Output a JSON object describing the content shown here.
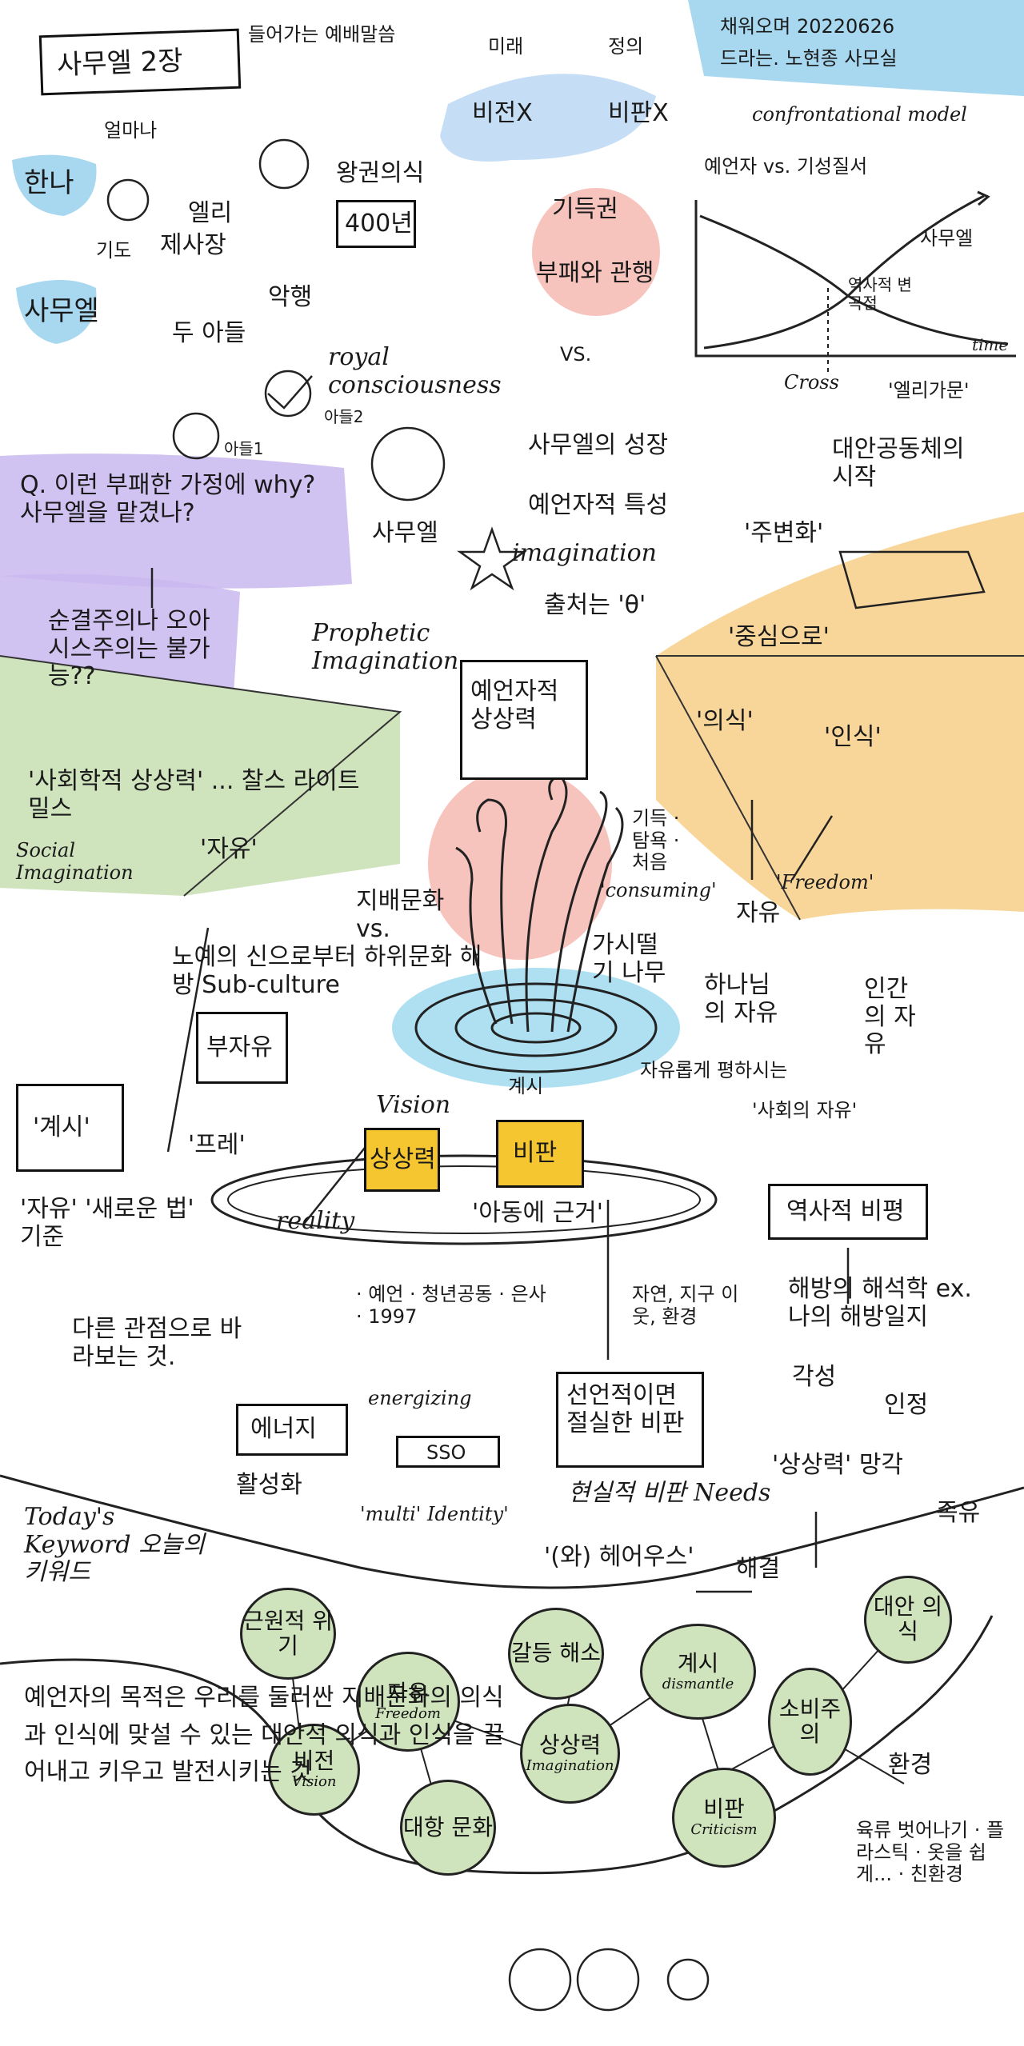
{
  "header": {
    "title": "사무엘 2장",
    "subtitle": "들어가는 예배말씀",
    "byline_line1": "채워오며 20220626",
    "byline_line2": "드라는. 노현종 사모실"
  },
  "left_story": {
    "hannah": "한나",
    "prayer": "기도",
    "samuel": "사무엘",
    "ask": "얼마나",
    "eli": "엘리",
    "priest": "제사장",
    "two_sons": "두 아들",
    "evil": "악행",
    "sons2": "아들2",
    "sons_fail": "아들1"
  },
  "center_top": {
    "royal_kr": "왕권의식",
    "years": "400년",
    "royal_en": "royal consciousness",
    "vs": "VS.",
    "future": "미래",
    "vision": "비전X",
    "justice": "정의",
    "critique": "비판X",
    "vested": "기득권",
    "corruption": "부패와 관행"
  },
  "graph": {
    "title": "confrontational model",
    "subtitle": "예언자 vs. 기성질서",
    "samuel_label": "사무엘",
    "history_label": "역사적 변곡점",
    "time": "time",
    "cross": "Cross",
    "eli_house": "'엘리가문'"
  },
  "middle": {
    "question": "Q. 이런 부패한 가정에 why? 사무엘을 맡겼나?",
    "answer": "순결주의나 오아시스주의는 불가능??",
    "samuel_face": "사무엘",
    "growth": "사무엘의 성장",
    "prophet_trait": "예언자적 특성",
    "imagination": "imagination",
    "source": "출처는 'θ'",
    "alt_community": "대안공동체의 시작",
    "margin": "'주변화'",
    "center": "'중심으로'",
    "prophetic_en": "Prophetic Imagination",
    "prophetic_kr": "예언자적 상상력"
  },
  "social": {
    "title": "'사회학적 상상력' ... 찰스 라이트 밀스",
    "freedom": "'자유'",
    "en": "Social Imagination"
  },
  "fountain": {
    "ruling_vs": "지배문화 vs.",
    "consuming_kr": "기득 · 탐욕 · 처음",
    "consuming_en": "'consuming'",
    "labour": "가시떨기 나무",
    "liberation": "노예의 신으로부터 하위문화 해방 Sub-culture",
    "consciousness": "'의식'",
    "cognition": "'인식'",
    "freedom_en": "'Freedom'",
    "freedom_kr": "자유",
    "god_freedom": "하나님의 자유",
    "human_freedom": "인간의 자유",
    "equal_freedom": "자유롭게 평하시는",
    "social_freedom": "'사회의 자유'"
  },
  "vision_area": {
    "revelation": "계시",
    "vision": "Vision",
    "imagination": "상상력",
    "criticism": "비판",
    "reality": "reality",
    "grounds": "'아동에 근거'",
    "bujayu": "부자유",
    "frame": "'프레'",
    "gyesi": "'계시'",
    "freedom_law": "'자유' '새로운 법' 기준",
    "other_view": "다른 관점으로 바라보는 것.",
    "prophets": "· 예언 · 청년공동 · 은사 · 1997",
    "nature": "자연, 지구 이웃, 환경",
    "historical": "역사적 비평",
    "liberation_theology": "해방의 해석학 ex. 나의 해방일지",
    "energy": "에너지",
    "energizing": "energizing",
    "activation": "활성화",
    "sso": "SSO",
    "multi": "'multi' Identity'",
    "amazing": "'(와) 헤어우스'",
    "realistic": "현실적 비판 Needs",
    "good_realistic": "선언적이면 절실한 비판",
    "synthesis": "각성",
    "recognition": "인정",
    "imagination_poverty": "'상상력' 망각",
    "satisfy": "족유",
    "solution": "해결"
  },
  "keywords": {
    "heading": "Today's Keyword 오늘의 키워드",
    "items": [
      {
        "kr": "근원적 위기",
        "en": ""
      },
      {
        "kr": "자유",
        "en": "Freedom"
      },
      {
        "kr": "비전",
        "en": "Vision"
      },
      {
        "kr": "대항 문화",
        "en": ""
      },
      {
        "kr": "갈등 해소",
        "en": ""
      },
      {
        "kr": "상상력",
        "en": "Imagination"
      },
      {
        "kr": "계시",
        "en": "dismantle"
      },
      {
        "kr": "비판",
        "en": "Criticism"
      },
      {
        "kr": "소비주의",
        "en": ""
      },
      {
        "kr": "대안 의식",
        "en": ""
      }
    ],
    "environment": "환경",
    "consumer_items": "육류 벗어나기 · 플라스틱 · 옷을 쉽게... · 친환경"
  },
  "conclusion": {
    "text": "예언자의 목적은 우리를 둘러싼 지배문화의 의식과 인식에 맞설 수 있는 대안적 의식과 인식을 끌어내고 키우고 발전시키는 것"
  },
  "colors": {
    "blue": "#a8d8f0",
    "purple": "#c9b8ef",
    "green": "#cfe3bd",
    "orange": "#f8d69a",
    "pink": "#f6b9b2",
    "yellow": "#f6c630",
    "teal": "#aee0f2"
  }
}
